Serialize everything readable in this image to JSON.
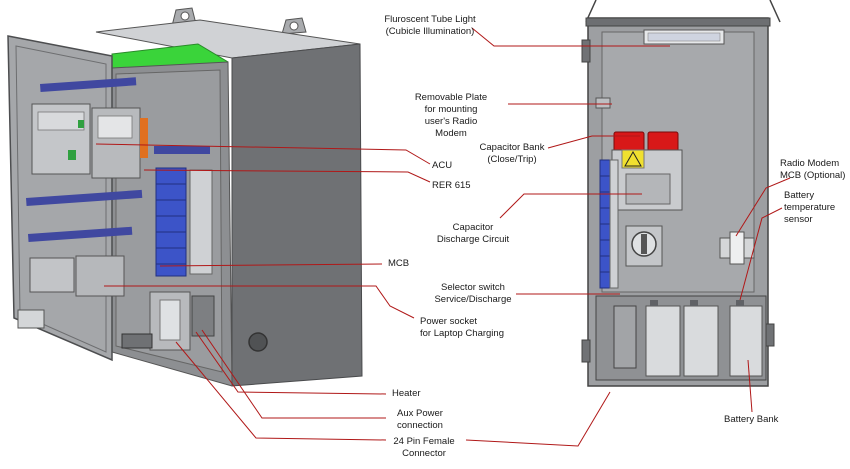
{
  "labels": {
    "tube_light": "Fluroscent Tube Light\n(Cubicle Illumination)",
    "removable_plate": "Removable Plate\nfor mounting\nuser's Radio\nModem",
    "capacitor_bank": "Capacitor  Bank\n(Close/Trip)",
    "acu": "ACU",
    "rer615": "RER 615",
    "capacitor_discharge": "Capacitor\nDischarge Circuit",
    "mcb": "MCB",
    "selector_switch": "Selector switch\nService/Discharge",
    "power_socket": "Power socket\nfor Laptop Charging",
    "radio_modem_mcb": "Radio Modem\nMCB (Optional)",
    "battery_temp": "Battery\ntemperature\nsensor",
    "heater": "Heater",
    "aux_power": "Aux Power\nconnection",
    "pin_connector": "24 Pin Female\nConnector",
    "battery_bank": "Battery Bank"
  },
  "colors": {
    "leader": "#b01818",
    "cabinet_dark": "#6b6d70",
    "cabinet_mid": "#8f9194",
    "cabinet_light": "#bfc1c4",
    "rail_blue": "#4048a0",
    "terminal_blue": "#3c54c8",
    "lid_green": "#3ad43a",
    "capacitor_red": "#d81818",
    "warning_yellow": "#f0e030",
    "orange": "#e07020"
  }
}
